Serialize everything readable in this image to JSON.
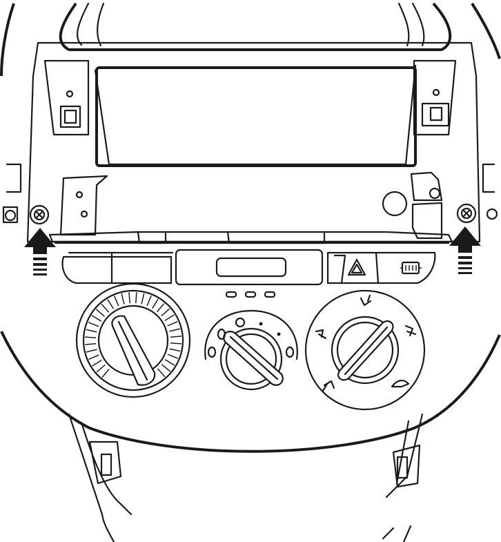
{
  "diagram": {
    "kind": "line-drawing",
    "colors": {
      "line": "#1a1a1a",
      "background": "#ffffff"
    },
    "callouts": [
      {
        "name": "left-screw-arrow",
        "points_to": "left-mounting-screw",
        "direction": "up"
      },
      {
        "name": "right-screw-arrow",
        "points_to": "right-mounting-screw",
        "direction": "up"
      }
    ],
    "buttons": [
      {
        "name": "hazard-button",
        "icon": "hazard-triangle-icon"
      },
      {
        "name": "rear-defrost-button",
        "icon": "rear-defrost-icon"
      }
    ],
    "knobs": [
      {
        "name": "temperature-knob"
      },
      {
        "name": "fan-speed-knob",
        "positions": 5
      },
      {
        "name": "air-mode-knob",
        "positions": 5
      }
    ]
  }
}
